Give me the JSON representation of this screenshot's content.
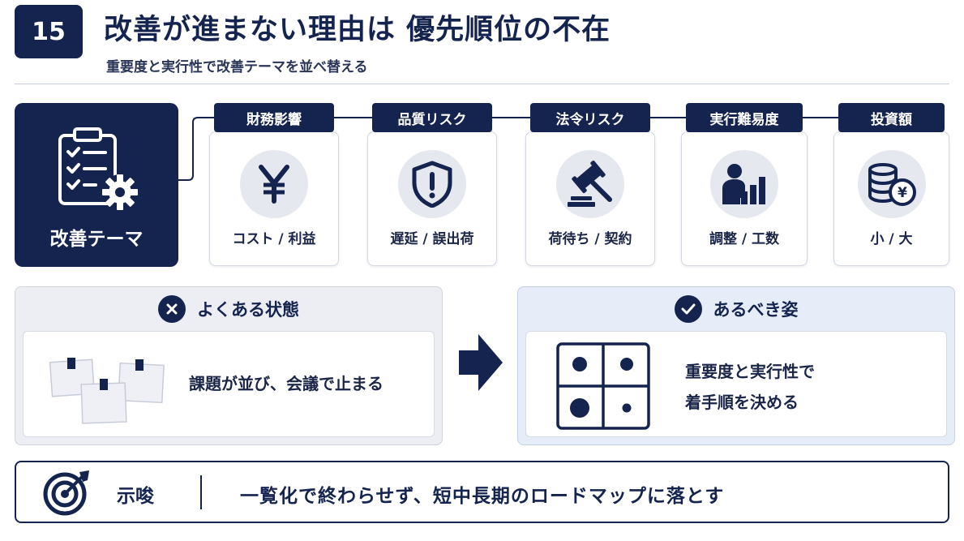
{
  "header": {
    "number": "15",
    "title": "改善が進まない理由は 優先順位の不在",
    "subtitle": "重要度と実行性で改善テーマを並べ替える"
  },
  "theme": {
    "label": "改善テーマ",
    "icon": "clipboard-gear-icon"
  },
  "criteria": [
    {
      "tab": "財務影響",
      "sub": "コスト / 利益",
      "icon": "yen-icon"
    },
    {
      "tab": "品質リスク",
      "sub": "遅延 / 誤出荷",
      "icon": "warning-shield-icon"
    },
    {
      "tab": "法令リスク",
      "sub": "荷待ち / 契約",
      "icon": "gavel-icon"
    },
    {
      "tab": "実行難易度",
      "sub": "調整 / 工数",
      "icon": "person-chart-icon"
    },
    {
      "tab": "投資額",
      "sub": "小 / 大",
      "icon": "coins-icon"
    }
  ],
  "current_state": {
    "heading": "よくある状態",
    "icon": "x-circle-icon",
    "text": "課題が並び、会議で止まる"
  },
  "ideal_state": {
    "heading": "あるべき姿",
    "icon": "check-circle-icon",
    "line1": "重要度と実行性で",
    "line2": "着手順を決める"
  },
  "implication": {
    "label": "示唆",
    "text": "一覧化で終わらせず、短中長期のロードマップに落とす",
    "icon": "target-icon"
  },
  "colors": {
    "navy": "#15234f",
    "panel_gray": "#eceef3",
    "panel_blue": "#e6edf8",
    "icon_circle": "#e6e8ef"
  }
}
